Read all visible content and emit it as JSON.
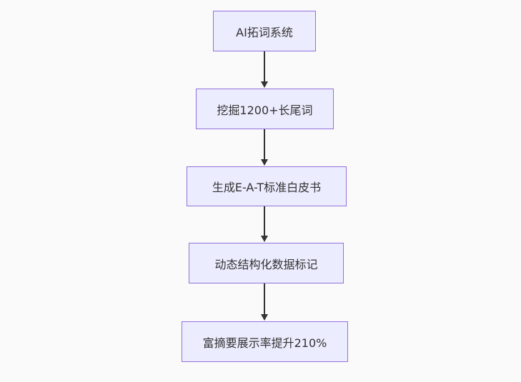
{
  "flowchart": {
    "direction": "top-down",
    "nodes": [
      {
        "id": "A",
        "label": "AI拓词系统"
      },
      {
        "id": "B",
        "label": "挖掘1200+长尾词"
      },
      {
        "id": "C",
        "label": "生成E-A-T标准白皮书"
      },
      {
        "id": "D",
        "label": "动态结构化数据标记"
      },
      {
        "id": "E",
        "label": "富摘要展示率提升210%"
      }
    ],
    "edges": [
      {
        "from": "A",
        "to": "B"
      },
      {
        "from": "B",
        "to": "C"
      },
      {
        "from": "C",
        "to": "D"
      },
      {
        "from": "D",
        "to": "E"
      }
    ],
    "colors": {
      "node_fill": "#ECECFF",
      "node_border": "#9370DB",
      "node_text": "#333333",
      "edge": "#333333",
      "background": "#fafafa"
    }
  }
}
